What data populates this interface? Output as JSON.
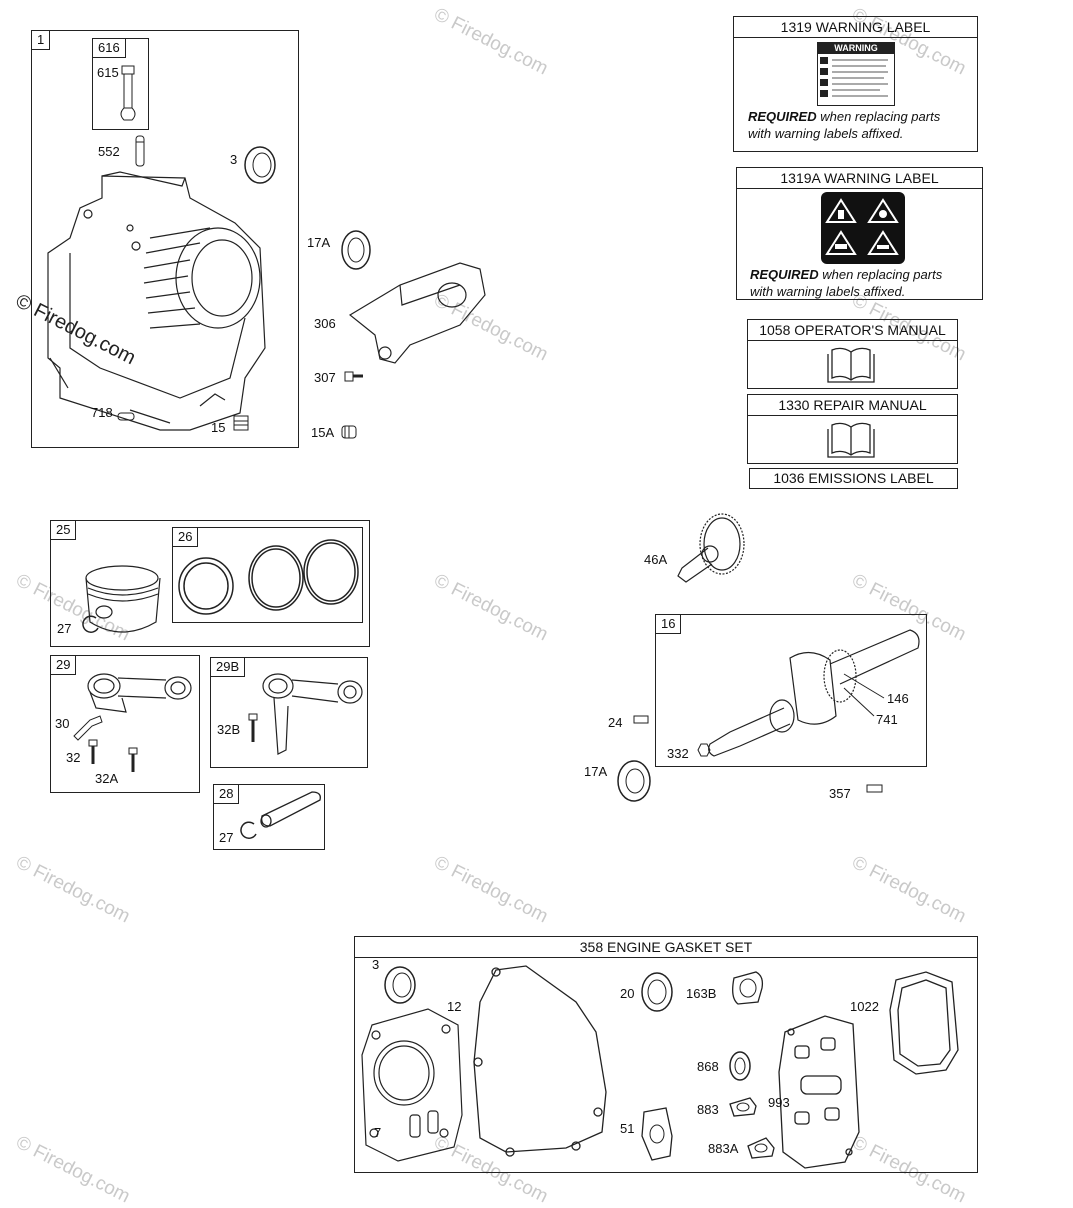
{
  "watermark": {
    "text": "© Firedog.com"
  },
  "warning_1319": {
    "title": "1319 WARNING LABEL",
    "sticker_heading": "WARNING",
    "required_bold": "REQUIRED",
    "required_rest_1": " when replacing parts",
    "required_rest_2": "with warning labels affixed."
  },
  "warning_1319a": {
    "title": "1319A WARNING LABEL",
    "required_bold": "REQUIRED",
    "required_rest_1": " when replacing parts",
    "required_rest_2": "with warning labels affixed."
  },
  "manuals": {
    "operators": "1058 OPERATOR'S MANUAL",
    "repair": "1330 REPAIR MANUAL",
    "emissions": "1036 EMISSIONS LABEL"
  },
  "boxes": {
    "b1": "1",
    "b616": "616",
    "b25": "25",
    "b26": "26",
    "b29": "29",
    "b29b": "29B",
    "b28": "28",
    "b16": "16"
  },
  "gasket_set": {
    "title": "358 ENGINE GASKET SET"
  },
  "parts": {
    "p615": "615",
    "p552": "552",
    "p3": "3",
    "p17a": "17A",
    "p306": "306",
    "p307": "307",
    "p718": "718",
    "p15": "15",
    "p15a": "15A",
    "p27a": "27",
    "p30": "30",
    "p32": "32",
    "p32a": "32A",
    "p32b": "32B",
    "p27b": "27",
    "p46a": "46A",
    "p146": "146",
    "p741": "741",
    "p24": "24",
    "p332": "332",
    "p17a_b": "17A",
    "p357": "357",
    "g3": "3",
    "g12": "12",
    "g20": "20",
    "g163b": "163B",
    "g1022": "1022",
    "g868": "868",
    "g883": "883",
    "g993": "993",
    "g7": "7",
    "g51": "51",
    "g883a": "883A"
  }
}
